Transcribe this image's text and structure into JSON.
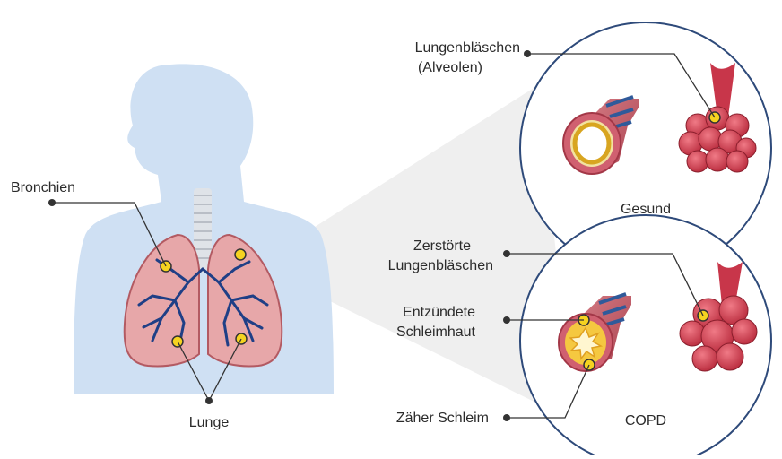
{
  "labels": {
    "alveoli_line1": "Lungenbläschen",
    "alveoli_line2": "(Alveolen)",
    "bronchi": "Bronchien",
    "lung": "Lunge",
    "healthy": "Gesund",
    "destroyed_line1": "Zerstörte",
    "destroyed_line2": "Lungenbläschen",
    "inflamed_line1": "Entzündete",
    "inflamed_line2": "Schleimhaut",
    "mucus": "Zäher Schleim",
    "copd": "COPD"
  },
  "colors": {
    "body_silhouette": "#cfe0f3",
    "lung_fill": "#e7a7a9",
    "lung_outline": "#b35a62",
    "bronchi": "#1f3f86",
    "marker": "#f5d320",
    "circle_border": "#2e4a7a",
    "zoom_cone": "#ececec",
    "alveoli_red": "#c8364a",
    "pointer_line": "#333333"
  }
}
